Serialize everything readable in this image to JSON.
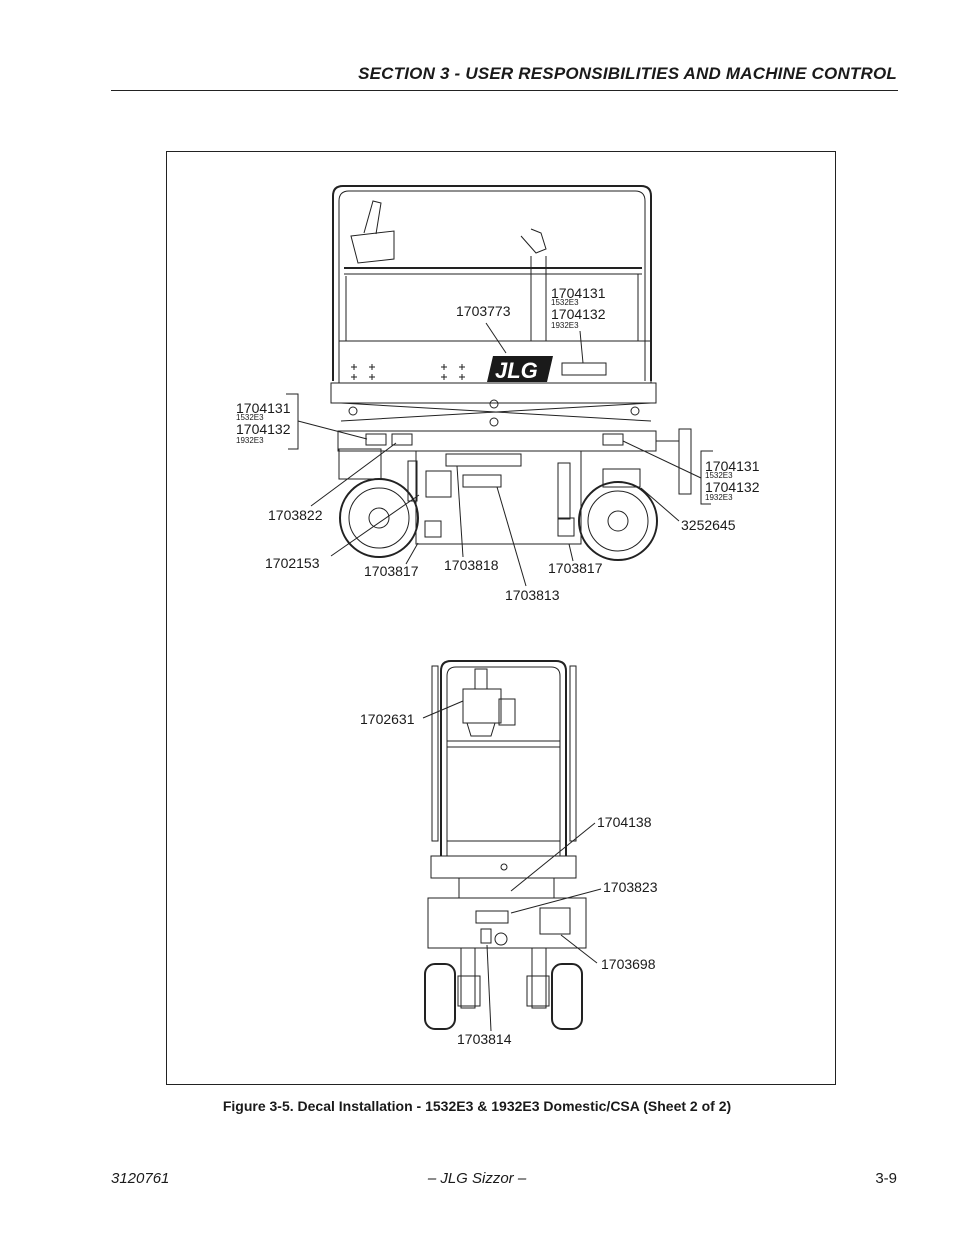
{
  "header": {
    "section_title": "SECTION 3 - USER RESPONSIBILITIES AND MACHINE CONTROL"
  },
  "figure": {
    "caption": "Figure 3-5.  Decal Installation - 1532E3 & 1932E3 Domestic/CSA (Sheet 2 of 2)",
    "side_view": {
      "brand_logo": "JLG",
      "labels": {
        "platform_a": "1704131",
        "platform_a_model": "1532E3",
        "platform_b": "1704132",
        "platform_b_model": "1932E3",
        "platform_logo": "1703773",
        "left_a": "1704131",
        "left_a_model": "1532E3",
        "left_b": "1704132",
        "left_b_model": "1932E3",
        "right_a": "1704131",
        "right_a_model": "1532E3",
        "right_b": "1704132",
        "right_b_model": "1932E3",
        "decal_1703822": "1703822",
        "decal_1702153": "1702153",
        "decal_1703817_left": "1703817",
        "decal_1703818": "1703818",
        "decal_1703817_right": "1703817",
        "decal_1703813": "1703813",
        "decal_3252645": "3252645"
      }
    },
    "end_view": {
      "labels": {
        "decal_1702631": "1702631",
        "decal_1704138": "1704138",
        "decal_1703823": "1703823",
        "decal_1703698": "1703698",
        "decal_1703814": "1703814"
      }
    }
  },
  "footer": {
    "doc_number": "3120761",
    "title": "– JLG Sizzor –",
    "page_number": "3-9"
  }
}
